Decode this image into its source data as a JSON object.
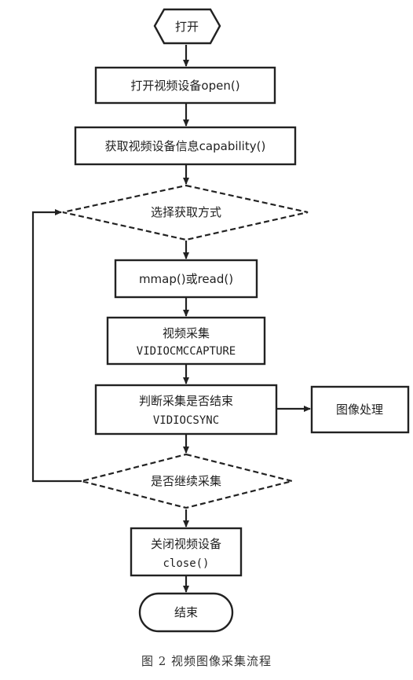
{
  "diagram": {
    "nodes": {
      "start": "打开",
      "open_device": "打开视频设备open()",
      "get_info": "获取视频设备信息capability()",
      "choose_method": "选择获取方式",
      "mmap_read": "mmap()或read()",
      "capture_line1": "视频采集",
      "capture_line2": "VIDIOCMCCAPTURE",
      "judge_line1": "判断采集是否结束",
      "judge_line2": "VIDIOCSYNC",
      "image_process": "图像处理",
      "continue_q": "是否继续采集",
      "close_line1": "关闭视频设备",
      "close_line2": "close()",
      "end": "结束"
    }
  },
  "caption": "图 2   视频图像采集流程"
}
